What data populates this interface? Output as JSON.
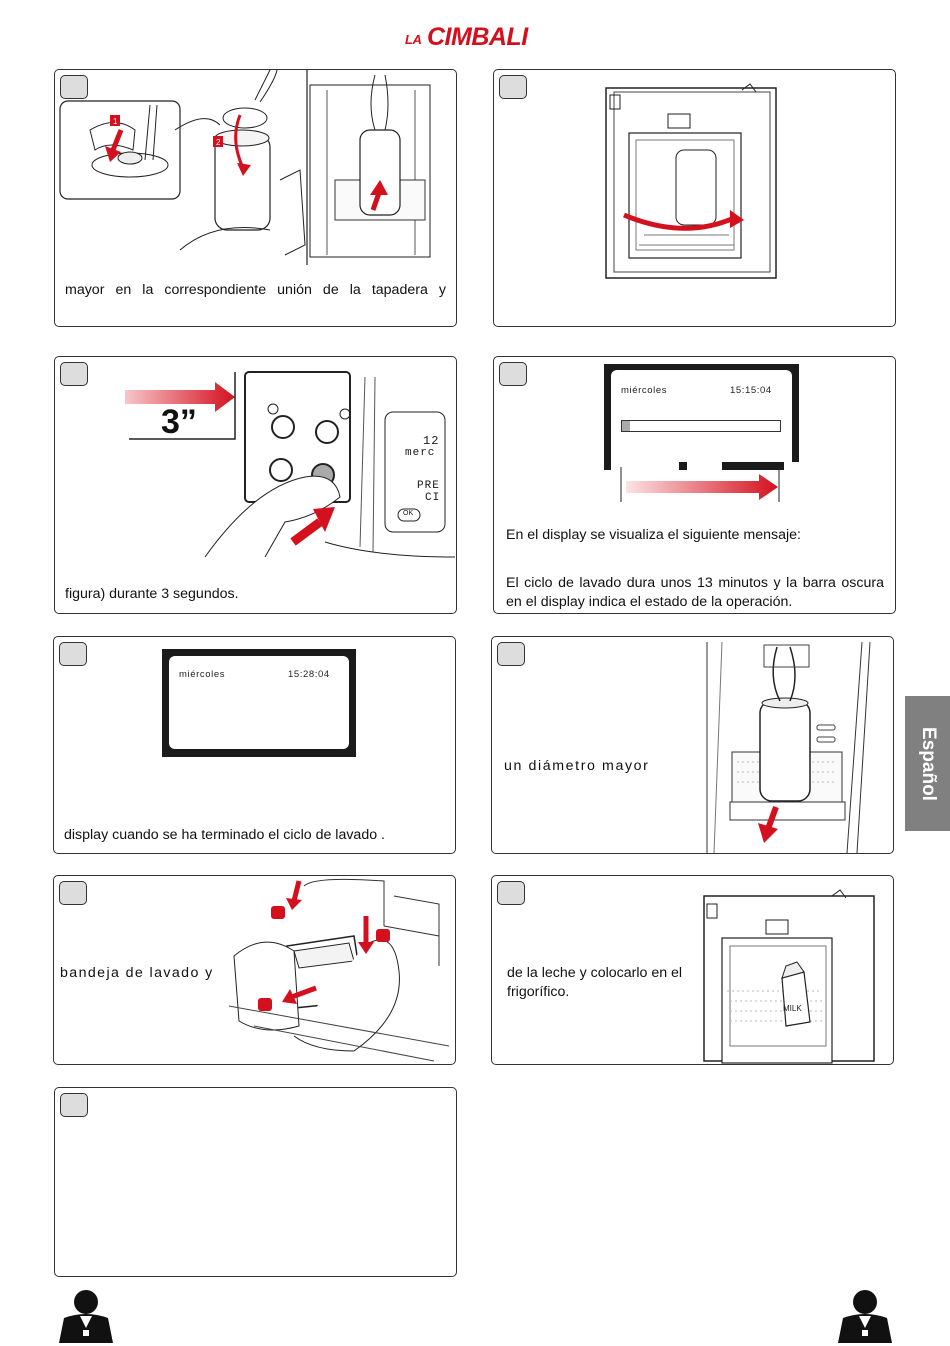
{
  "header": {
    "logo_la": "LA",
    "logo_main": "CIMBALI"
  },
  "side_tab": {
    "label": "Español"
  },
  "panels": {
    "p1": {
      "text": "mayor en la correspondiente unión de la tapadera y",
      "callouts": [
        "1",
        "2"
      ]
    },
    "p2": {
      "text": ""
    },
    "p3": {
      "hold_label": "3”",
      "display_fragment": [
        "12",
        "merc",
        "PRE",
        "CI",
        "OK"
      ],
      "text": "figura) durante 3 segundos."
    },
    "p4": {
      "day": "miércoles",
      "time": "15:15:04",
      "progress": 0.05,
      "text1": "En el display se visualiza el siguiente mensaje:",
      "text2": "El ciclo de lavado dura unos 13 minutos y la barra oscura en el display indica el estado de la operación."
    },
    "p5": {
      "day": "miércoles",
      "time": "15:28:04",
      "text": "display cuando se ha terminado el ciclo de lavado ."
    },
    "p6": {
      "text": "un diámetro mayor"
    },
    "p7": {
      "text": "bandeja de lavado y"
    },
    "p8": {
      "text": "de la leche y colocarlo en el frigorífico.",
      "carton_label": "MILK"
    },
    "p9": {
      "text": ""
    }
  },
  "colors": {
    "accent": "#d4101e",
    "tab": "#808080",
    "badge": "#dddddd"
  },
  "footer": {
    "icons": [
      "technician-icon",
      "technician-icon"
    ]
  }
}
